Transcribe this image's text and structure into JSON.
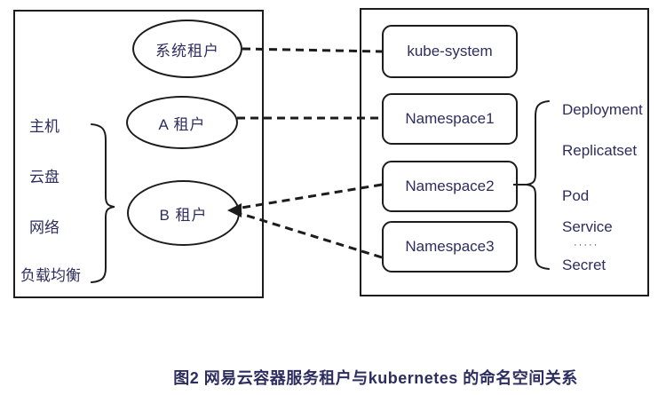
{
  "figure": {
    "caption": "图2 网易云容器服务租户与kubernetes 的命名空间关系",
    "colors": {
      "text": "#2d2d5f",
      "line": "#1c1c1c",
      "background": "#ffffff"
    },
    "tenant_panel": {
      "tenants": [
        {
          "label": "系统租户"
        },
        {
          "label": "A 租户"
        },
        {
          "label": "B 租户"
        }
      ],
      "cloud_resources": [
        "主机",
        "云盘",
        "网络",
        "负载均衡"
      ]
    },
    "namespace_panel": {
      "namespaces": [
        "kube-system",
        "Namespace1",
        "Namespace2",
        "Namespace3"
      ],
      "k8s_objects": [
        "Deployment",
        "Replicatset",
        "Pod",
        "Service",
        "Secret"
      ],
      "k8s_objects_ellipsis": "·····"
    },
    "connections": [
      {
        "from": "系统租户",
        "to": "kube-system",
        "style": "dashed"
      },
      {
        "from": "A 租户",
        "to": "Namespace1",
        "style": "dashed"
      },
      {
        "from": "Namespace2",
        "to": "B 租户",
        "style": "dashed-arrow"
      },
      {
        "from": "Namespace3",
        "to": "B 租户",
        "style": "dashed-arrow"
      }
    ]
  }
}
